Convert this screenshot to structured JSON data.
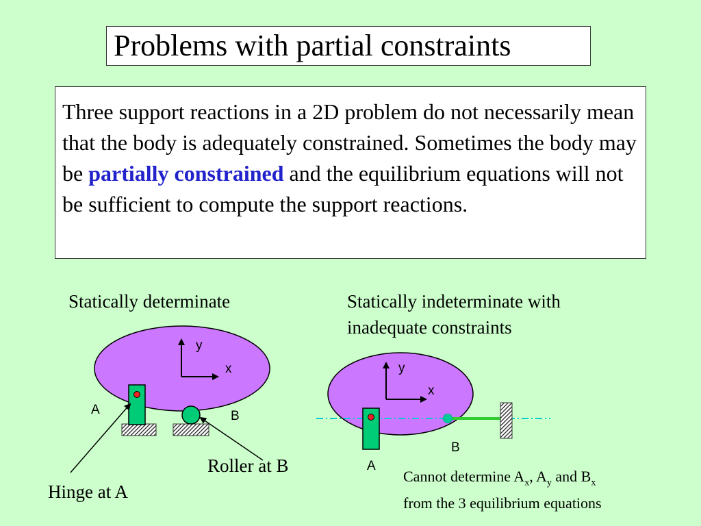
{
  "slide": {
    "title": "Problems with partial constraints",
    "body_part1": "Three support reactions in a 2D problem do not necessarily mean that the body is adequately constrained. Sometimes the body may be ",
    "body_highlight": "partially constrained",
    "body_part2": " and the equilibrium equations will not be sufficient to compute the support reactions."
  },
  "left_diagram": {
    "heading": "Statically determinate",
    "axis_y": "y",
    "axis_x": "x",
    "label_a": "A",
    "label_b": "B",
    "roller_caption": "Roller at B",
    "hinge_caption": "Hinge at A"
  },
  "right_diagram": {
    "heading_line1": "Statically indeterminate with",
    "heading_line2": "inadequate constraints",
    "axis_y": "y",
    "axis_x": "x",
    "label_a": "A",
    "label_b": "B",
    "note_line1_prefix": "Cannot determine A",
    "note_sub_x1": "x",
    "note_mid1": ", A",
    "note_sub_y": "y",
    "note_mid2": " and B",
    "note_sub_x2": "x",
    "note_line2": "from the 3 equilibrium equations"
  },
  "colors": {
    "background": "#ccffcc",
    "body_fill": "#cc77ff",
    "support_fill": "#00cc77",
    "pin_red": "#ee2222",
    "highlight_blue": "#2222cc",
    "dash_line": "#00cccc"
  }
}
